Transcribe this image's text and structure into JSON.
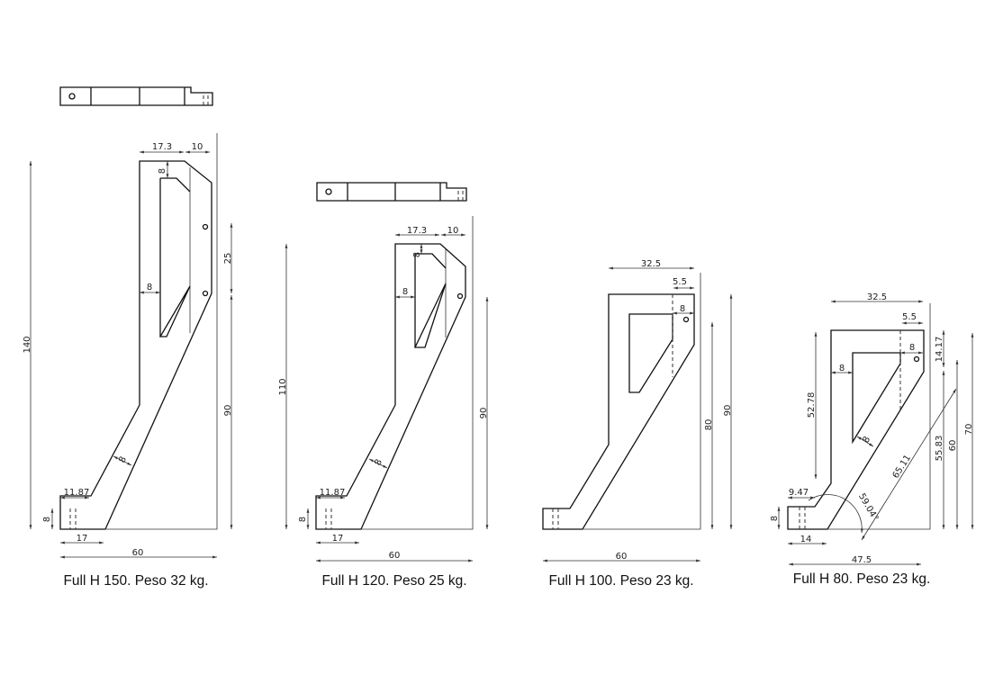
{
  "drawings": [
    {
      "caption": "Full H 150. Peso 32 kg.",
      "dims": {
        "height_total": "140",
        "upper": "25",
        "lower": "90",
        "top_width": "17.3",
        "chamfer": "10",
        "wall_top": "8",
        "wall_side": "8",
        "wall_diag": "8",
        "foot_top": "11.87",
        "foot_height": "8",
        "foot_base": "17",
        "base": "60"
      }
    },
    {
      "caption": "Full H 120. Peso 25 kg.",
      "dims": {
        "height_total": "110",
        "lower": "90",
        "top_width": "17.3",
        "chamfer": "10",
        "wall_top": "8",
        "wall_side": "8",
        "wall_diag": "8",
        "foot_top": "11.87",
        "foot_height": "8",
        "foot_base": "17",
        "base": "60"
      }
    },
    {
      "caption": "Full H 100. Peso 23 kg.",
      "dims": {
        "top_width": "32.5",
        "edge": "5.5",
        "wall_top": "8",
        "inner_height": "80",
        "height_total": "90",
        "base": "60"
      }
    },
    {
      "caption": "Full H 80. Peso 23 kg.",
      "dims": {
        "top_width": "32.5",
        "edge": "5.5",
        "wall_top": "8",
        "wall_side": "8",
        "wall_diag": "8",
        "upper_left": "52.78",
        "foot_top": "9.47",
        "foot_height": "8",
        "foot_base": "14",
        "base": "47.5",
        "upper_right": "14.17",
        "lower_right": "55.83",
        "mid_height": "60",
        "height_total": "70",
        "diagonal": "65.11",
        "angle": "59.04°"
      }
    }
  ]
}
